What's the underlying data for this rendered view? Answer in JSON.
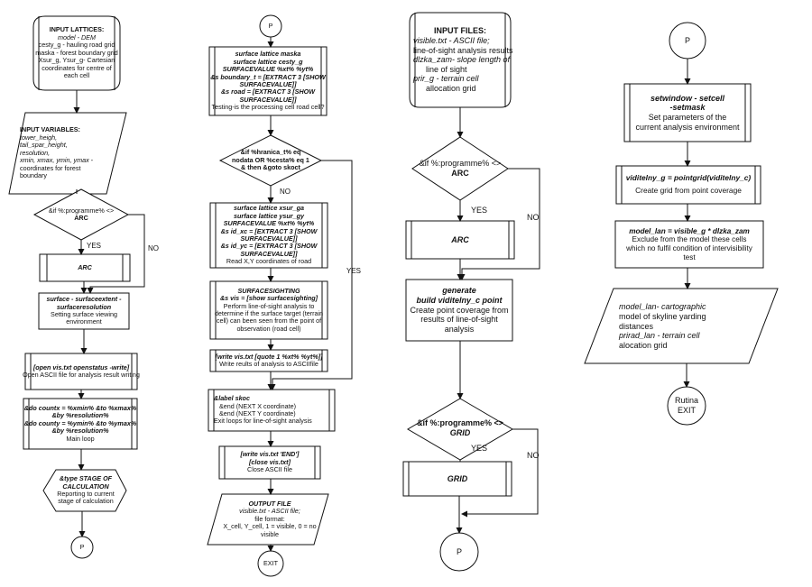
{
  "col1": {
    "input_lattices": [
      "INPUT LATTICES:",
      "model - DEM",
      "cesty_g - hauling road grid",
      "maska - forest boundary grid",
      "Xsur_g, Ysur_g- Cartesian",
      "coordinates for centre of",
      "each cell"
    ],
    "input_variables": [
      "INPUT VARIABLES:",
      "tower_heigh,",
      "tail_spar_height,",
      "resolution,",
      "xmin, xmax, ymin, ymax -",
      "coordinates for forest",
      "boundary"
    ],
    "if1": [
      "&if %:programme% <>",
      "ARC"
    ],
    "yes": "YES",
    "no": "NO",
    "arc": "ARC",
    "surface": [
      "surface - surfaceextent -",
      "surfaceresolution",
      "Setting surface viewing",
      "environment"
    ],
    "open": [
      "[open vis.txt openstatus -write]",
      "Open ASCII file for analysis result writing"
    ],
    "do": [
      "&do countx = %xmin% &to %xmax%",
      "&by %resolution%",
      "&do county = %ymin% &to %ymax%",
      "&by %resolution%",
      "Main loop"
    ],
    "type": [
      "&type STAGE OF",
      "CALCULATION",
      "Reporting to current",
      "stage of calculation"
    ],
    "p": "P"
  },
  "col2": {
    "p": "P",
    "lattice": [
      "surface lattice maska",
      "surface lattice cesty_g",
      "SURFACEVALUE %xt% %yt%",
      "&s  boundary_t = [EXTRACT 3 [SHOW",
      "SURFACEVALUE]]",
      "&s  road = [EXTRACT 3 [SHOW",
      "SURFACEVALUE]]",
      "Testing-is the processing cell road cell?"
    ],
    "if2": [
      "&if %hranica_t% eq",
      "nodata OR %cesta% eq 1",
      "& then &goto skoct"
    ],
    "no": "NO",
    "yes": "YES",
    "xsur": [
      "surface lattice xsur_ga",
      "surface lattice ysur_gy",
      "SURFACEVALUE %xt% %yt%",
      "&s  id_xc = [EXTRACT 3 [SHOW",
      "SURFACEVALUE]]",
      "&s  id_yc = [EXTRACT 3 [SHOW",
      "SURFACEVALUE]]",
      "Read X,Y coordinates of road"
    ],
    "sighting": [
      "SURFACESIGHTING",
      "&s vis = [show surfacesighting]",
      "Perform line-of-sight analysis to",
      "determine if the surface target (terrain",
      "cell) can been seen from the point of",
      "observation (road cell)"
    ],
    "write1": [
      "[write vis.txt [quote 1 %xt% %yt%]]",
      "Write reults of analysis to ASCIIfile"
    ],
    "label": [
      "&label skoc",
      "&end (NEXT X coordinate)",
      "&end (NEXT Y coordinate)",
      "Exit loops for line-of-sight analysis"
    ],
    "write2": [
      "[write vis.txt 'END']",
      "[close vis.txt]",
      "Close ASCII file"
    ],
    "output": [
      "OUTPUT FILE",
      "visible.txt - ASCII file;",
      "file format:",
      "X_cell, Y_cell, 1 = visible, 0 = no",
      "visible"
    ],
    "exit": "EXIT"
  },
  "col3": {
    "input_files": [
      "INPUT FILES:",
      "visible.txt  - ASCII file;",
      "line-of-sight analysis results",
      "dlzka_zam- slope length of",
      "line of sight",
      "prir_g   - terrain cell",
      "allocation grid"
    ],
    "if3": [
      "&if %:programme% <>",
      "ARC"
    ],
    "yes": "YES",
    "no": "NO",
    "arc": "ARC",
    "generate": [
      "generate",
      "build  viditelny_c point",
      "Create point coverage from",
      "results of line-of-sight",
      "analysis"
    ],
    "if4": [
      "&if %:programme% <>",
      "GRID"
    ],
    "yes2": "YES",
    "no2": "NO",
    "grid": "GRID",
    "p": "P"
  },
  "col4": {
    "p": "P",
    "setwindow": [
      "setwindow - setcell",
      "-setmask",
      "Set parameters of the",
      "current analysis environment"
    ],
    "pointgrid": [
      "viditelny_g = pointgrid(viditelny_c)",
      "Create grid from point coverage"
    ],
    "model": [
      "model_lan = visible_g  * dlzka_zam",
      "Exclude from the model these cells",
      "which no fulfil condition of intervisibility",
      "test"
    ],
    "output": [
      "model_lan- cartographic",
      "model of skyline yarding",
      "distances",
      "prirad_lan - terrain cell",
      "alocation grid"
    ],
    "rutina": [
      "Rutina",
      "EXIT"
    ]
  }
}
